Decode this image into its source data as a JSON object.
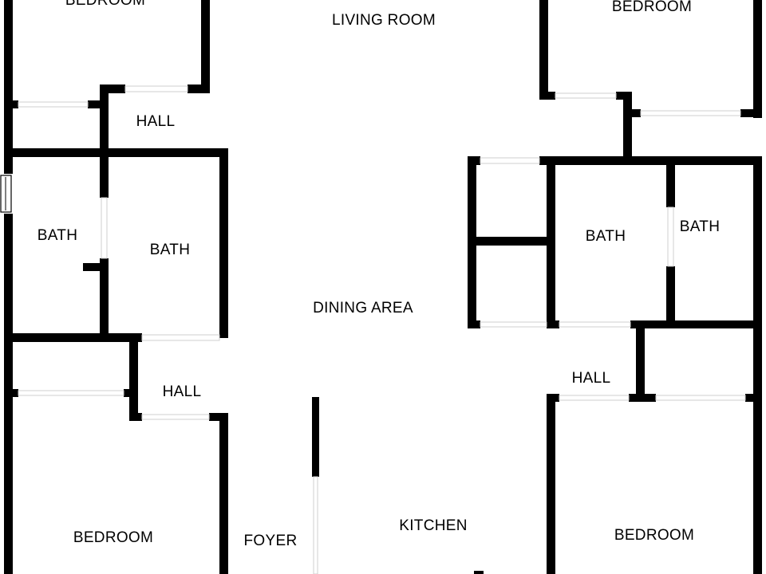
{
  "plan": {
    "rooms": [
      {
        "id": "bedroom-top-left",
        "label": "BEDROOM"
      },
      {
        "id": "living-room",
        "label": "LIVING ROOM"
      },
      {
        "id": "bedroom-top-right",
        "label": "BEDROOM"
      },
      {
        "id": "hall-top-left",
        "label": "HALL"
      },
      {
        "id": "bath-left-1",
        "label": "BATH"
      },
      {
        "id": "bath-left-2",
        "label": "BATH"
      },
      {
        "id": "bath-right-1",
        "label": "BATH"
      },
      {
        "id": "bath-right-2",
        "label": "BATH"
      },
      {
        "id": "dining-area",
        "label": "DINING AREA"
      },
      {
        "id": "hall-right",
        "label": "HALL"
      },
      {
        "id": "hall-left-lower",
        "label": "HALL"
      },
      {
        "id": "bedroom-bottom-left",
        "label": "BEDROOM"
      },
      {
        "id": "foyer",
        "label": "FOYER"
      },
      {
        "id": "kitchen",
        "label": "KITCHEN"
      },
      {
        "id": "bedroom-bottom-right",
        "label": "BEDROOM"
      }
    ],
    "colors": {
      "wall": "#000000",
      "background": "#ffffff",
      "door_gap": "#cfcfcf"
    }
  }
}
